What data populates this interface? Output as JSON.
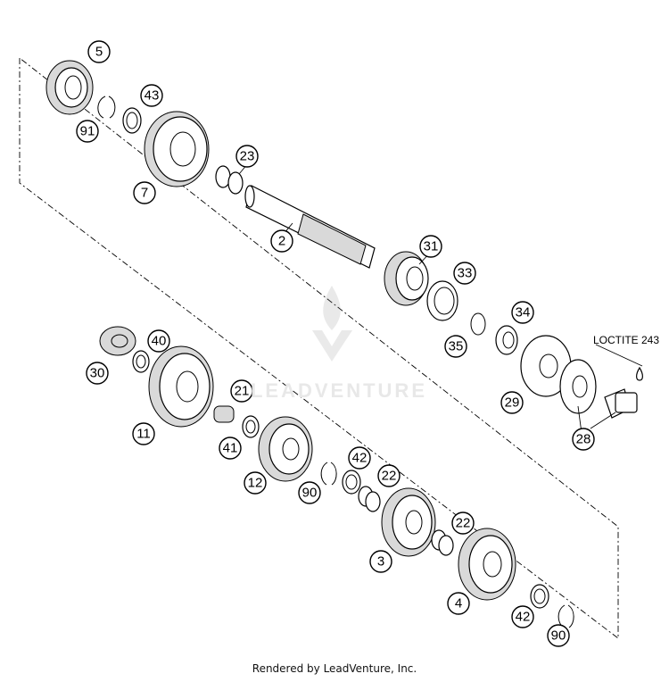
{
  "diagram": {
    "callouts": [
      "5",
      "91",
      "43",
      "7",
      "23",
      "2",
      "31",
      "33",
      "35",
      "34",
      "29",
      "28",
      "40",
      "30",
      "11",
      "21",
      "41",
      "12",
      "90",
      "42",
      "22",
      "3",
      "22",
      "4",
      "42",
      "90"
    ],
    "note_label": "LOCTITE 243",
    "watermark": "LEADVENTURE",
    "footer": "Rendered by LeadVenture, Inc."
  }
}
